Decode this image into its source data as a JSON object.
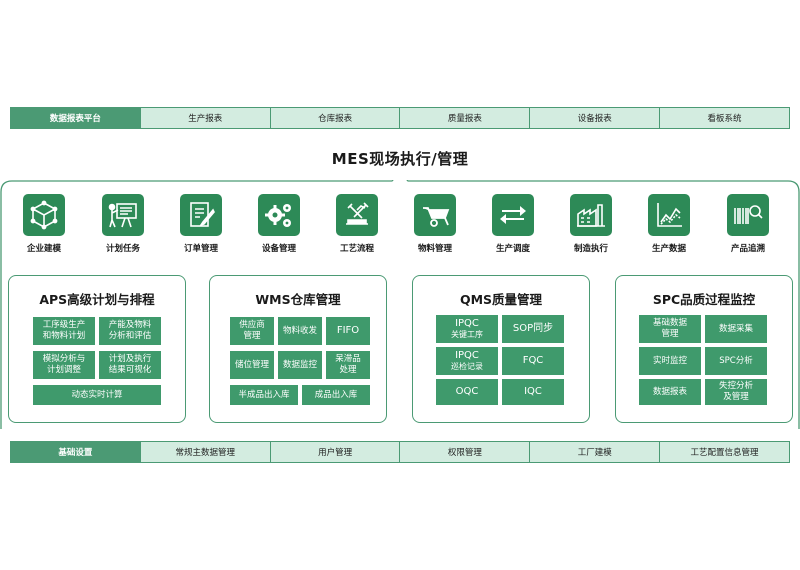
{
  "top_bar": [
    "数据报表平台",
    "生产报表",
    "仓库报表",
    "质量报表",
    "设备报表",
    "看板系统"
  ],
  "main_title": "MES现场执行/管理",
  "modules": [
    {
      "label": "企业建模",
      "icon": "cube-icon"
    },
    {
      "label": "计划任务",
      "icon": "presentation-board-icon"
    },
    {
      "label": "订单管理",
      "icon": "document-edit-icon"
    },
    {
      "label": "设备管理",
      "icon": "gears-icon"
    },
    {
      "label": "工艺流程",
      "icon": "process-tools-icon"
    },
    {
      "label": "物料管理",
      "icon": "wheelbarrow-icon"
    },
    {
      "label": "生产调度",
      "icon": "swap-arrows-icon"
    },
    {
      "label": "制造执行",
      "icon": "factory-icon"
    },
    {
      "label": "生产数据",
      "icon": "line-chart-icon"
    },
    {
      "label": "产品追溯",
      "icon": "barcode-search-icon"
    }
  ],
  "panels": {
    "aps": {
      "title": "APS高级计划与排程",
      "boxes": [
        [
          "工序级生产",
          "和物料计划"
        ],
        [
          "产能及物料",
          "分析和评估"
        ],
        [
          "模拟分析与",
          "计划调整"
        ],
        [
          "计划及执行",
          "结果可视化"
        ],
        [
          "动态实时计算"
        ]
      ]
    },
    "wms": {
      "title": "WMS仓库管理",
      "boxes": [
        [
          "供应商",
          "管理"
        ],
        [
          "物料收发"
        ],
        [
          "FIFO"
        ],
        [
          "储位管理"
        ],
        [
          "数据监控"
        ],
        [
          "呆滞品",
          "处理"
        ],
        [
          "半成品出入库"
        ],
        [
          "成品出入库"
        ]
      ]
    },
    "qms": {
      "title": "QMS质量管理",
      "boxes": [
        [
          "IPQC",
          "关键工序"
        ],
        [
          "SOP同步"
        ],
        [
          "IPQC",
          "巡检记录"
        ],
        [
          "FQC"
        ],
        [
          "OQC"
        ],
        [
          "IQC"
        ]
      ]
    },
    "spc": {
      "title": "SPC品质过程监控",
      "boxes": [
        [
          "基础数据",
          "管理"
        ],
        [
          "数据采集"
        ],
        [
          "实时监控"
        ],
        [
          "SPC分析"
        ],
        [
          "数据报表"
        ],
        [
          "失控分析",
          "及管理"
        ]
      ]
    }
  },
  "bottom_bar": [
    "基础设置",
    "常规主数据管理",
    "用户管理",
    "权限管理",
    "工厂建模",
    "工艺配置信息管理"
  ],
  "colors": {
    "accent": "#2d8a57",
    "box": "#3f9a6c",
    "bar_dark": "#4b9a74",
    "bar_light": "#d3ece0"
  }
}
